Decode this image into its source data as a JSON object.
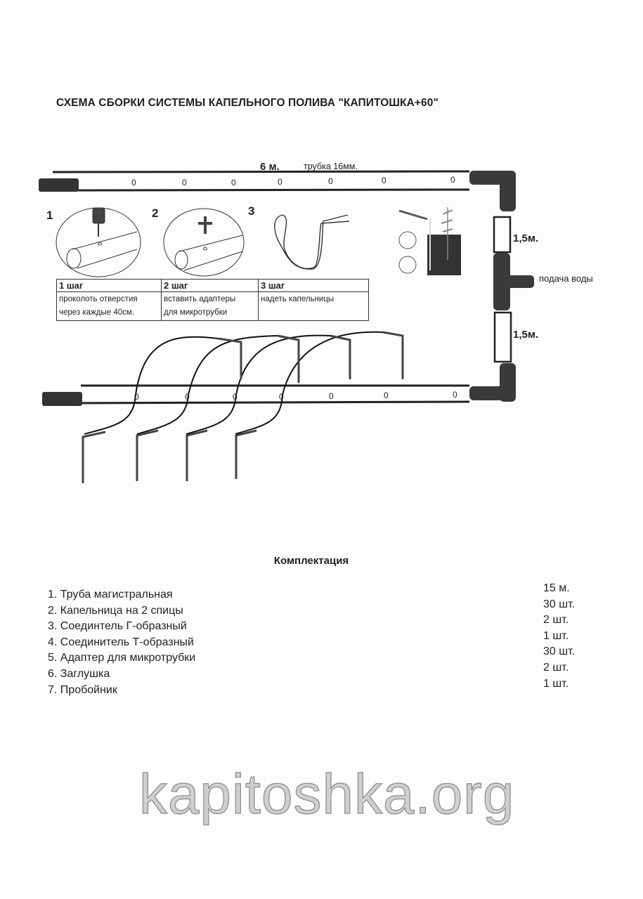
{
  "title": "СХЕМА СБОРКИ СИСТЕМЫ КАПЕЛЬНОГО ПОЛИВА \"КАПИТОШКА+60\"",
  "top_pipe": {
    "length_label": "6 м.",
    "tube_label": "трубка 16мм.",
    "markers": [
      "0",
      "0",
      "0",
      "0",
      "0",
      "0",
      "0"
    ]
  },
  "bottom_pipe": {
    "markers": [
      "0",
      "0",
      "0",
      "0",
      "0",
      "0",
      "0"
    ]
  },
  "side_pipe": {
    "segment1_label": "1,5м.",
    "segment2_label": "1,5м.",
    "water_supply_label": "подача воды"
  },
  "steps": [
    {
      "number": "1",
      "header": "1 шаг",
      "line1": "проколоть отверстия",
      "line2": "через каждые 40см."
    },
    {
      "number": "2",
      "header": "2 шаг",
      "line1": "вставить адаптеры",
      "line2": "для микротрубки"
    },
    {
      "number": "3",
      "header": "3 шаг",
      "line1": "надеть капельницы",
      "line2": ""
    }
  ],
  "kit": {
    "title": "Комплектация",
    "items": [
      {
        "name": "1. Труба магистральная",
        "qty": "15 м."
      },
      {
        "name": "2. Капельница на 2 спицы",
        "qty": "30 шт."
      },
      {
        "name": "3. Соедингтель Г-образный",
        "qty": "2 шт."
      },
      {
        "name": "4. Соединитель Т-образный",
        "qty": "1 шт."
      },
      {
        "name": "5. Адаптер для микротрубки",
        "qty": "30 шт."
      },
      {
        "name": "6. Заглушка",
        "qty": "2 шт."
      },
      {
        "name": "7. Пробойник",
        "qty": "1 шт."
      }
    ]
  },
  "watermark": "kapitoshka.org",
  "colors": {
    "ink": "#222222",
    "fitting": "#3a3a3a",
    "watermark": "#8a8a8a"
  }
}
